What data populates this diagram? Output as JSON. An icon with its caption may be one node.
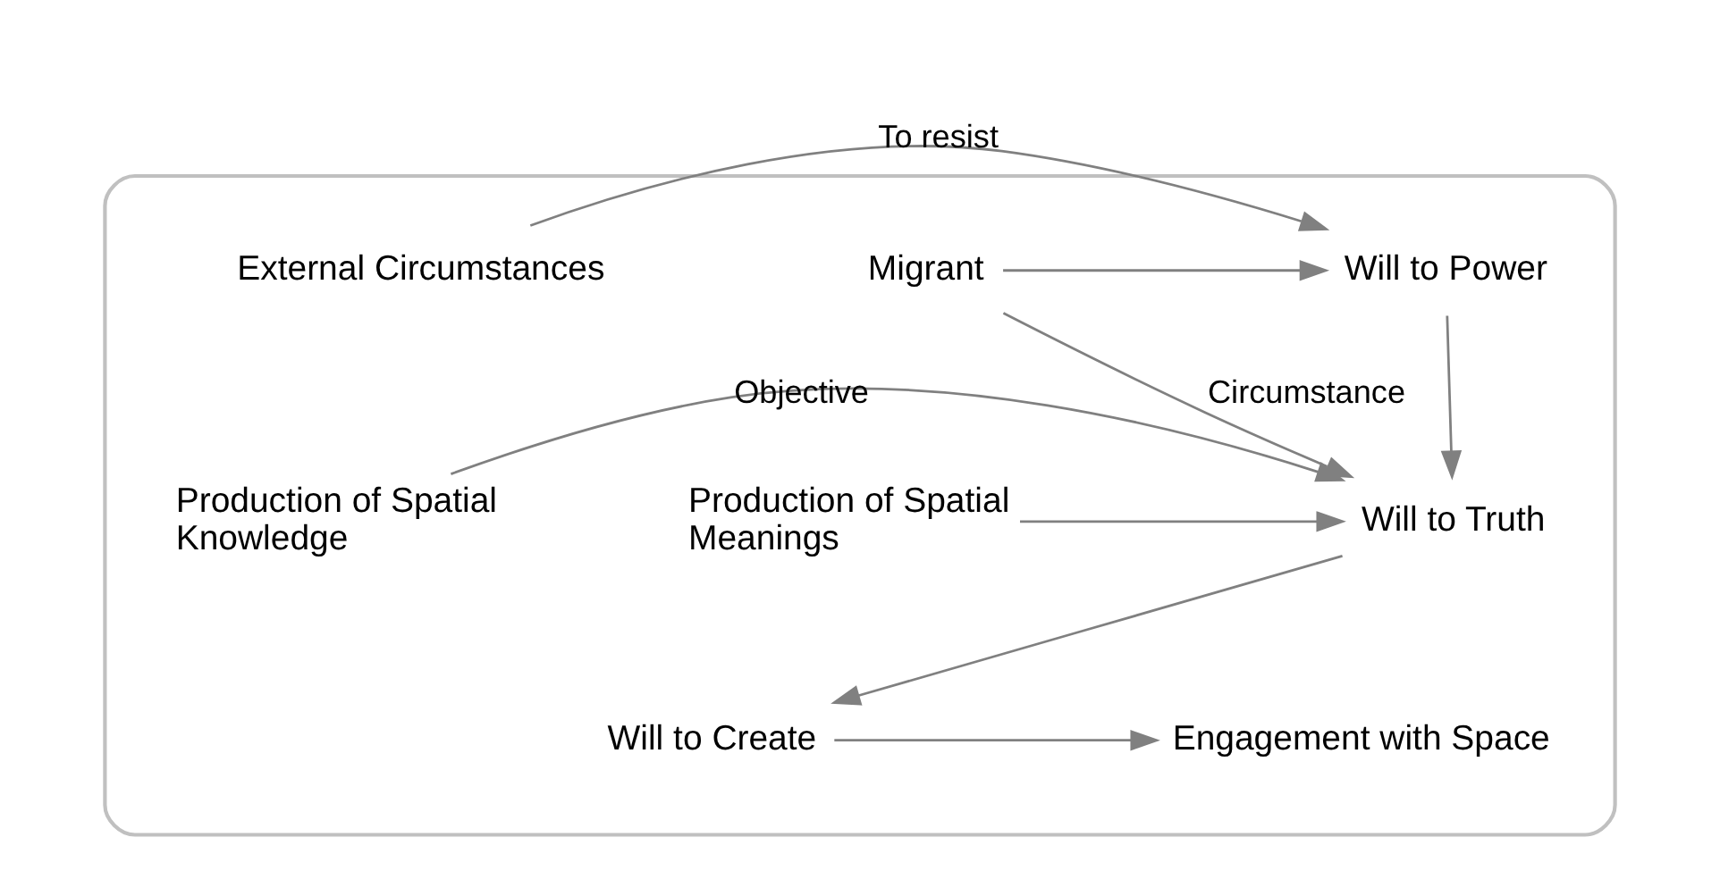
{
  "diagram": {
    "nodes": [
      {
        "text": [],
        "shape": "box"
      },
      {
        "text": [
          "Migrant"
        ],
        "in": 0
      },
      {
        "text": [
          "Will to Power"
        ],
        "in": 0
      },
      {
        "text": [
          "External Circumstances"
        ],
        "in": 0
      },
      {
        "text": [
          "Will to Truth"
        ],
        "in": 0
      },
      {
        "text": [
          "Production of Spatial Knowledge"
        ],
        "in": 0
      },
      {
        "text": [
          "Production of Spatial Meanings"
        ],
        "in": 0
      },
      {
        "text": [
          "Will to Create"
        ],
        "in": 0
      },
      {
        "text": [
          "Engagement with Space"
        ],
        "in": 0
      }
    ],
    "edges": [
      {
        "from": 1,
        "to": 2,
        "arrow": "to"
      },
      {
        "from": 3,
        "to": 2,
        "arrow": "to",
        "label": "To resist"
      },
      {
        "from": 2,
        "to": 4,
        "arrow": "to"
      },
      {
        "from": 1,
        "to": 4,
        "arrow": "to",
        "label": "Circumstance"
      },
      {
        "from": 5,
        "to": 4,
        "arrow": "to",
        "label": "Objective"
      },
      {
        "from": 6,
        "to": 4,
        "arrow": "to"
      },
      {
        "from": 4,
        "to": 7,
        "arrow": "to"
      },
      {
        "from": 7,
        "to": 8,
        "arrow": "to"
      }
    ]
  }
}
